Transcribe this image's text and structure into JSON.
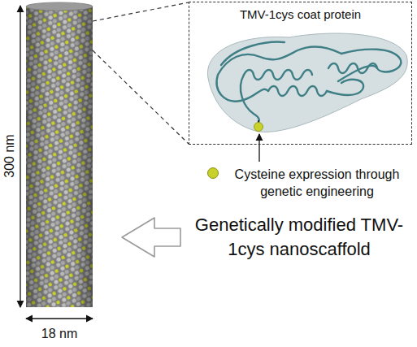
{
  "diagram": {
    "nodes": [
      {
        "text": [
          "TMV-1cys coat protein"
        ]
      }
    ],
    "labels": [
      "300 nm",
      "18 nm",
      "Genetically modified TMV-1cys nanoscaffold"
    ],
    "legend": [
      {
        "text": "Cysteine expression through genetic engineering",
        "color": "#c8d02a"
      }
    ]
  }
}
